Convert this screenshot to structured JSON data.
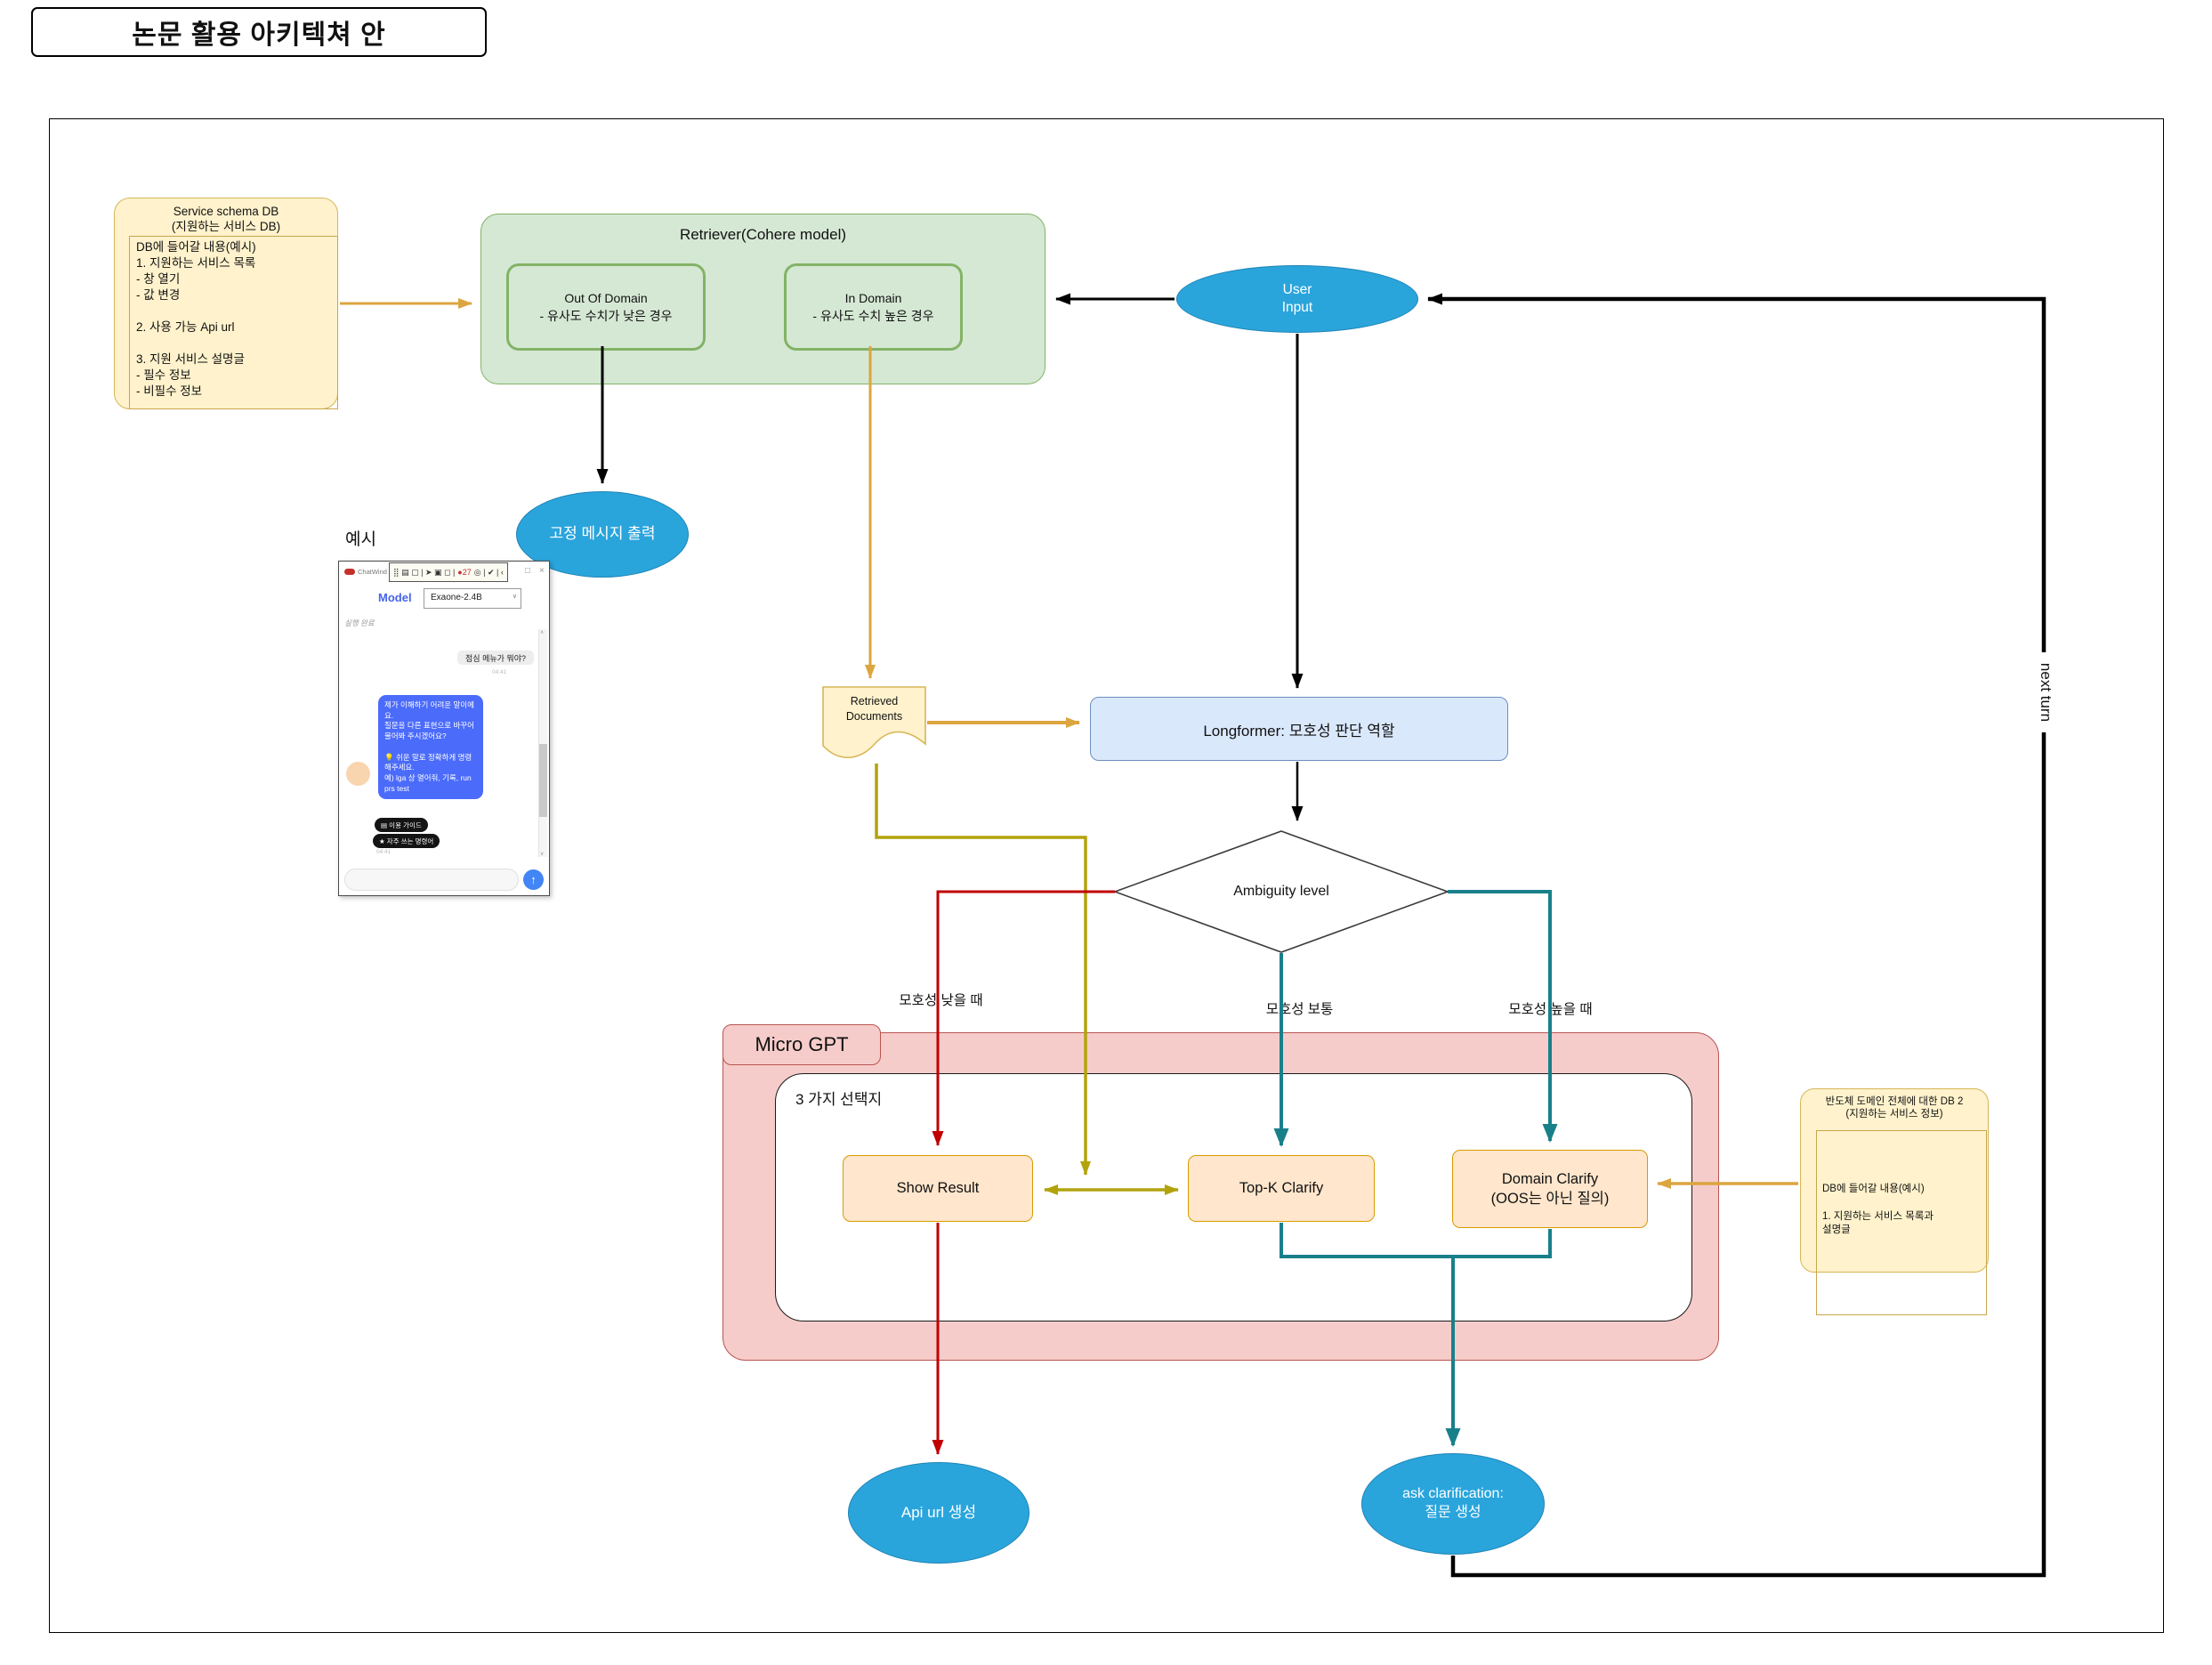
{
  "title": "논문 활용 아키텍쳐 안",
  "nodes": {
    "service_db": {
      "title": "Service schema DB\n(지원하는 서비스 DB)",
      "content": "DB에 들어갈 내용(예시)\n1. 지원하는 서비스 목록\n- 창 열기\n- 값 변경\n\n2. 사용 가능 Api url\n\n3. 지원 서비스 설명글\n- 필수 정보\n- 비필수 정보"
    },
    "retriever": {
      "title": "Retriever(Cohere model)",
      "out_of_domain": "Out Of Domain\n- 유사도 수치가 낮은 경우",
      "in_domain": "In Domain\n- 유사도 수치 높은 경우"
    },
    "user_input": "User\nInput",
    "fixed_message": "고정 메시지 출력",
    "retrieved_documents": "Retrieved\nDocuments",
    "longformer": "Longformer: 모호성 판단 역할",
    "ambiguity": "Ambiguity level",
    "micro_gpt": "Micro GPT",
    "three_options": "3 가지 선택지",
    "show_result": "Show Result",
    "topk_clarify": "Top-K Clarify",
    "domain_clarify": "Domain Clarify\n(OOS는 아닌 질의)",
    "db2": {
      "title": "반도체 도메인 전체에 대한 DB 2\n(지원하는 서비스 정보)",
      "content": "DB에 들어갈 내용(예시)\n\n1. 지원하는 서비스 목록과\n설명글"
    },
    "api_url": "Api url 생성",
    "ask_clarification": "ask clarification:\n질문 생성"
  },
  "edge_labels": {
    "example": "예시",
    "ambiguity_low": "모호성 낮을 때",
    "ambiguity_mid": "모호성 보통",
    "ambiguity_high": "모호성 높을 때",
    "next_turn": "next turn"
  },
  "chat": {
    "window_title": "ChatWind",
    "toolbar_icons_left": "⣿ ▤ ▢ | ➤ ▣ ◻ |",
    "toolbar_counter": "●27",
    "toolbar_icons_right": "◎ | ✔ | ‹",
    "minimize": "□",
    "close": "×",
    "model_label": "Model",
    "model_value": "Exaone-2.4B",
    "caret": "∨",
    "status": "실행 완료",
    "user_message": "점심 메뉴가 뭐야?",
    "user_time": "04:41",
    "bot_message": "제가 이해하기 어려운 말이에요.\n질문을 다른 표현으로 바꾸어 물어봐 주시겠어요?\n\n💡 쉬운 말로 정확하게 명령해주세요.\n예) lga 상 열어줘, 기록, run prs test",
    "chip_guide": "▤ 이용 가이드",
    "chip_commands": "★ 자주 쓰는 명령어",
    "bot_time": "04:41",
    "send_icon": "↑",
    "scroll_up": "∧",
    "scroll_down": "∨"
  },
  "colors": {
    "node_blue": "#2AA5DC",
    "green_fill": "#D5E8D4",
    "green_border": "#82B366",
    "yellow_fill": "#FFF2CC",
    "yellow_border": "#D6B656",
    "orange_fill": "#FFE6CC",
    "orange_border": "#D79B00",
    "blue_fill": "#DAE8FC",
    "blue_border": "#6C8EBF",
    "pink_fill": "#F6CCCA",
    "pink_border": "#B85450",
    "arrow_red": "#C00000",
    "arrow_teal": "#19808A",
    "arrow_gold": "#DCA53F",
    "arrow_olive": "#B2A30D",
    "arrow_black": "#000000"
  }
}
